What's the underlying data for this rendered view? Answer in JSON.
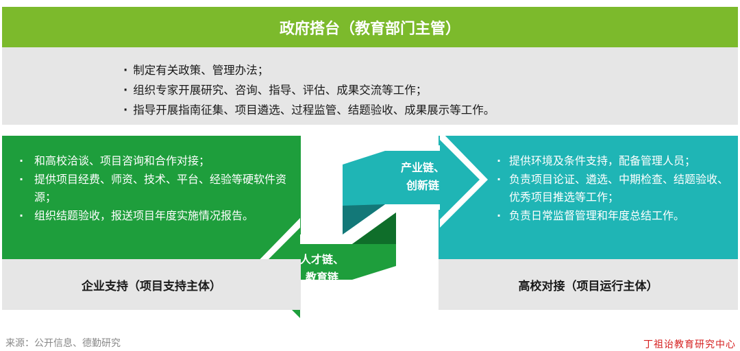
{
  "government": {
    "title": "政府搭台（教育部门主管）",
    "items": [
      "制定有关政策、管理办法；",
      "组织专家开展研究、咨询、指导、评估、成果交流等工作；",
      "指导开展指南征集、项目遴选、过程监管、结题验收、成果展示等工作。"
    ]
  },
  "enterprise": {
    "items": [
      "和高校洽谈、项目咨询和合作对接；",
      "提供项目经费、师资、技术、平台、经验等硬软件资源；",
      "组织结题验收，报送项目年度实施情况报告。"
    ],
    "label": "企业支持（项目支持主体）"
  },
  "university": {
    "items": [
      "提供环境及条件支持，配备管理人员；",
      "负责项目论证、遴选、中期检查、结题验收、优秀项目推选等工作；",
      "负责日常监督管理和年度总结工作。"
    ],
    "label": "高校对接（项目运行主体）"
  },
  "arrows": {
    "industry_line1": "产业链、",
    "industry_line2": "创新链",
    "talent_line1": "人才链、",
    "talent_line2": "教育链"
  },
  "footer": {
    "source": "来源：公开信息、德勤研究",
    "watermark": "丁祖诒教育研究中心"
  },
  "colors": {
    "header_green": "#7cba2c",
    "enterprise_green": "#1e9e3c",
    "university_teal": "#1fb5b5",
    "panel_gray": "#e6e6e6",
    "watermark_red": "#d62020"
  }
}
